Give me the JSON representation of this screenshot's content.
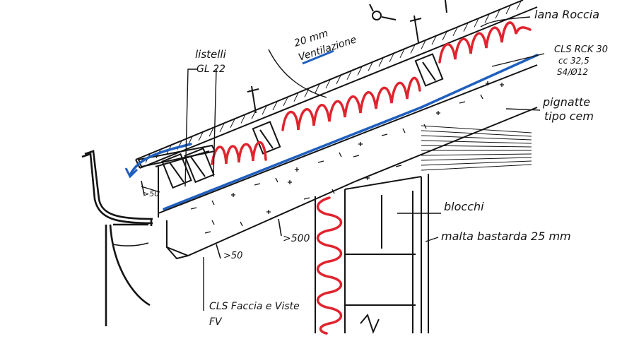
{
  "diagram": {
    "colors": {
      "ink": "#141414",
      "insulation": "#e0242e",
      "membrane": "#1f5fbf",
      "paper": "#ffffff"
    },
    "labels": {
      "lana_roccia": "lana Roccia",
      "cls_line1": "CLS RCK 30",
      "cls_line2": "cc 32,5",
      "cls_line3": "S4/Ø12",
      "pignatte_line1": "pignatte",
      "pignatte_line2": "tipo cem",
      "ventilazione_line1": "20 mm",
      "ventilazione_line2": "Ventilazione",
      "listelli_line1": "listelli",
      "listelli_line2": "GL 22",
      "blocchi": "blocchi",
      "malta": "malta bastarda 25 mm",
      "gt500": ">500",
      "gt50_top": ">50",
      "gt50_bottom": ">50",
      "cls_facciavista_line1": "CLS Faccia e Viste",
      "cls_facciavista_line2": "FV"
    }
  }
}
